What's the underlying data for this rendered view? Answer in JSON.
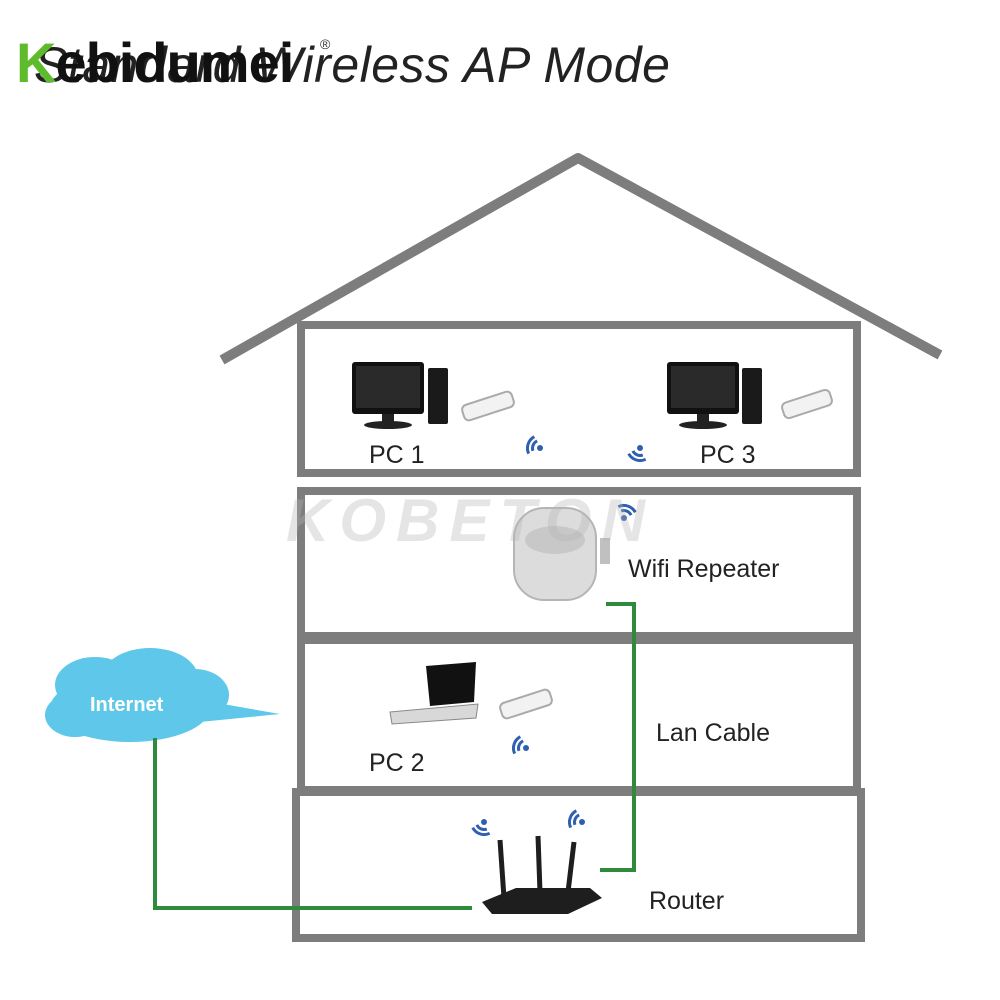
{
  "brand": {
    "prefix": "K",
    "rest": "ebidumei",
    "mark": "®"
  },
  "title": "Standard Wireless AP Mode",
  "watermark": "KOBETON",
  "labels": {
    "pc1": "PC 1",
    "pc2": "PC 2",
    "pc3": "PC 3",
    "repeater": "Wifi Repeater",
    "lan_cable": "Lan Cable",
    "router": "Router",
    "internet": "Internet"
  },
  "icons": [
    "desktop-pc-icon",
    "usb-wifi-adapter-icon",
    "laptop-icon",
    "wifi-repeater-icon",
    "router-icon",
    "wifi-signal-icon",
    "cloud-icon"
  ],
  "colors": {
    "house": "#7d7d7d",
    "cable": "#2e8b3e",
    "cloud": "#5fc8ea",
    "signal": "#2f5fb0",
    "brand_accent": "#5dbb2c"
  }
}
